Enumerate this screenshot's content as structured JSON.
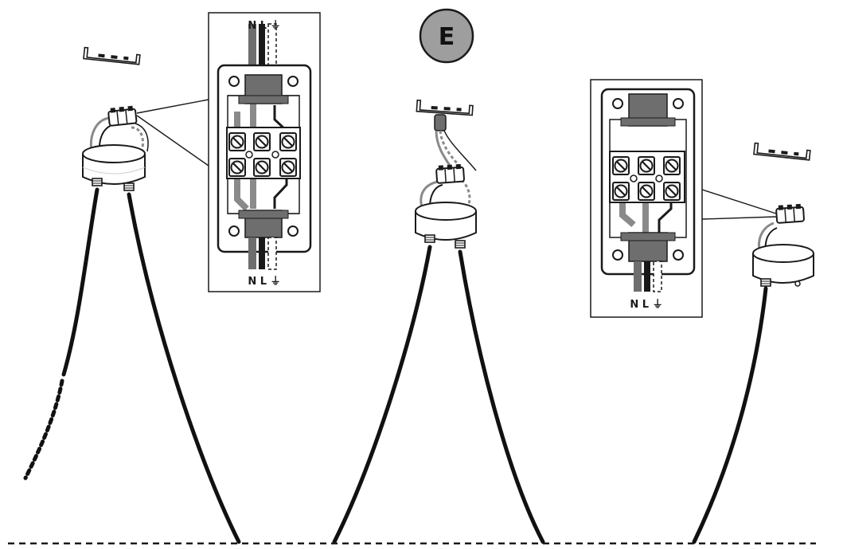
{
  "diagram": {
    "step_label": "E",
    "colors": {
      "line": "#1a1a1a",
      "box_fill": "#ffffff",
      "clamp_gray": "#6e6e6e",
      "wire_gray": "#8a8a8a",
      "badge_fill": "#9e9e9e",
      "terminal_fill": "#efefef"
    },
    "detail_left": {
      "top_label": "N L ⏚",
      "bottom_label": "N L ⏚"
    },
    "detail_right": {
      "bottom_label": "N L ⏚"
    },
    "icons": [
      "mounting-bracket",
      "ceiling-rose",
      "terminal-block",
      "screw-terminal",
      "cable-gland",
      "earth-symbol"
    ]
  }
}
